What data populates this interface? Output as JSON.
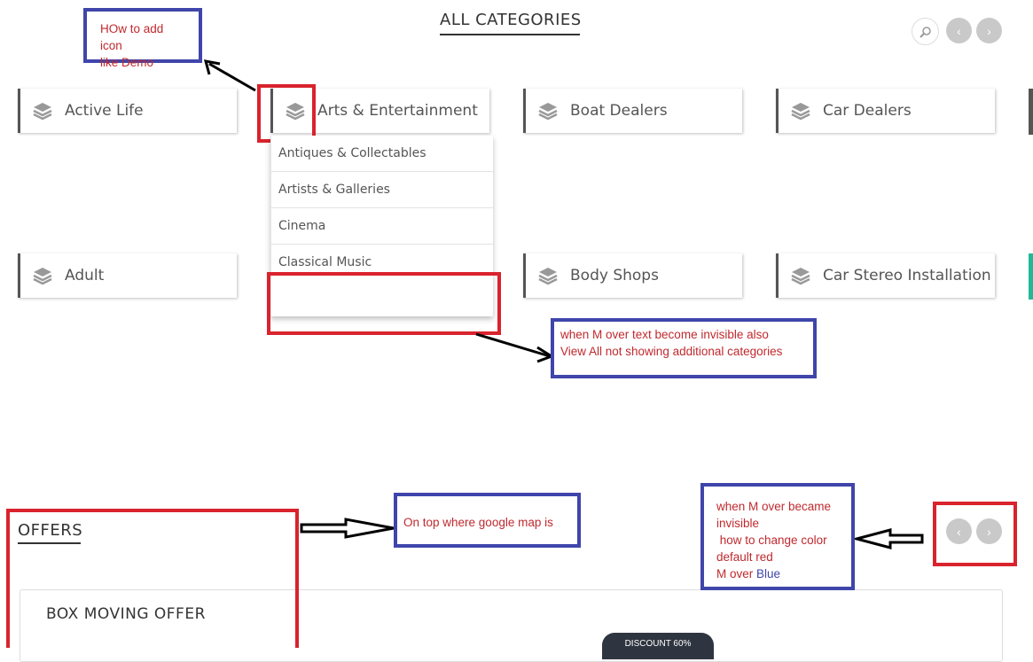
{
  "header": {
    "title": "ALL CATEGORIES"
  },
  "categories_row1": [
    {
      "label": "Active Life"
    },
    {
      "label": "Arts & Entertainment"
    },
    {
      "label": "Boat Dealers"
    },
    {
      "label": "Car Dealers"
    }
  ],
  "categories_row2": [
    {
      "label": "Adult"
    },
    {
      "label": "Body Shops"
    },
    {
      "label": "Car Stereo Installation"
    }
  ],
  "dropdown": {
    "items": [
      "Antiques & Collectables",
      "Artists & Galleries",
      "Cinema",
      "Classical Music"
    ]
  },
  "annotations": {
    "icon_note_line1": "HOw to add icon",
    "icon_note_line2": "like Demo",
    "hover_note_line1": "when M over text become invisible also",
    "hover_note_line2": "View All not showing additional categories",
    "map_note": "On top where google map is",
    "color_note_line1": "when M over became",
    "color_note_line2": "invisible",
    "color_note_line3": " how to change color",
    "color_note_line4": "default red",
    "color_note_line5_a": "M over ",
    "color_note_line5_b": "Blue"
  },
  "offers": {
    "title": "OFFERS",
    "item_title": "BOX MOVING OFFER",
    "badge": "DISCOUNT 60%"
  },
  "icons": {
    "search": "search-icon",
    "prev": "chevron-left-icon",
    "next": "chevron-right-icon",
    "category": "layers-icon"
  },
  "colors": {
    "annotation_red": "#d9232d",
    "annotation_blue": "#3f45aa",
    "nav_button": "#c9c9c9",
    "card_accent": "#555555",
    "teal_accent": "#1fb99a"
  }
}
